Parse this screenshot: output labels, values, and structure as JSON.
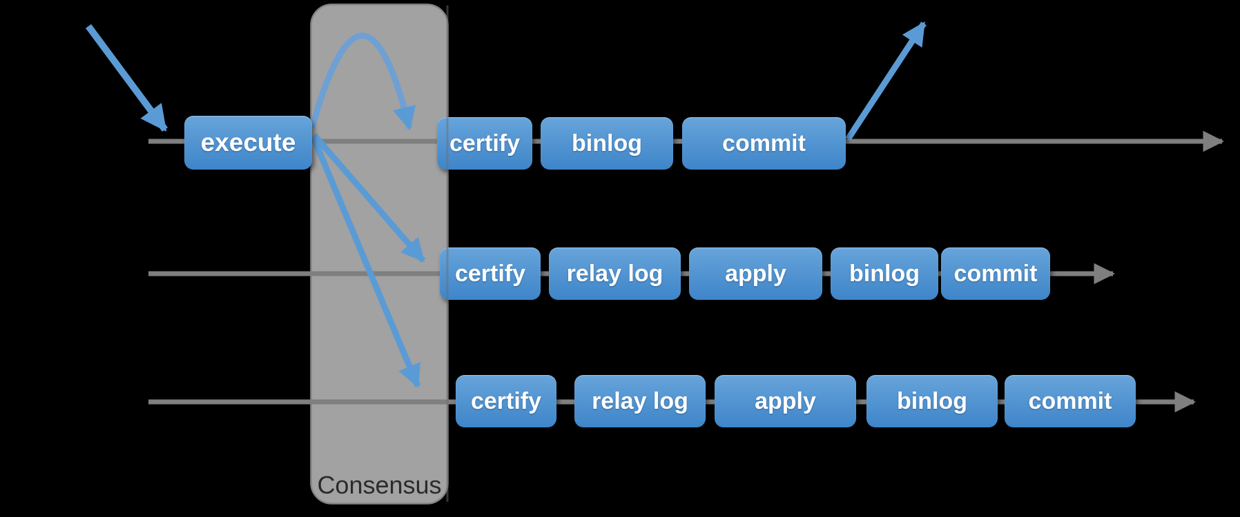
{
  "consensus": {
    "label": "Consensus"
  },
  "rows": [
    {
      "name": "primary-timeline",
      "boxes": [
        {
          "label": "execute"
        },
        {
          "label": "certify"
        },
        {
          "label": "binlog"
        },
        {
          "label": "commit"
        }
      ]
    },
    {
      "name": "secondary-timeline-1",
      "boxes": [
        {
          "label": "certify"
        },
        {
          "label": "relay log"
        },
        {
          "label": "apply"
        },
        {
          "label": "binlog"
        },
        {
          "label": "commit"
        }
      ]
    },
    {
      "name": "secondary-timeline-2",
      "boxes": [
        {
          "label": "certify"
        },
        {
          "label": "relay log"
        },
        {
          "label": "apply"
        },
        {
          "label": "binlog"
        },
        {
          "label": "commit"
        }
      ]
    }
  ],
  "colors": {
    "background": "#000000",
    "timeline_gray": "#7f7f7f",
    "arrow_blue": "#5b9bd5",
    "arc_blue": "#6fa0d4",
    "box_gradient_top": "#67a4da",
    "box_gradient_bottom": "#3e85c9",
    "box_text": "#ffffff",
    "consensus_fill": "#a2a2a2",
    "consensus_border": "#858585",
    "consensus_text": "#2b2b2b"
  }
}
